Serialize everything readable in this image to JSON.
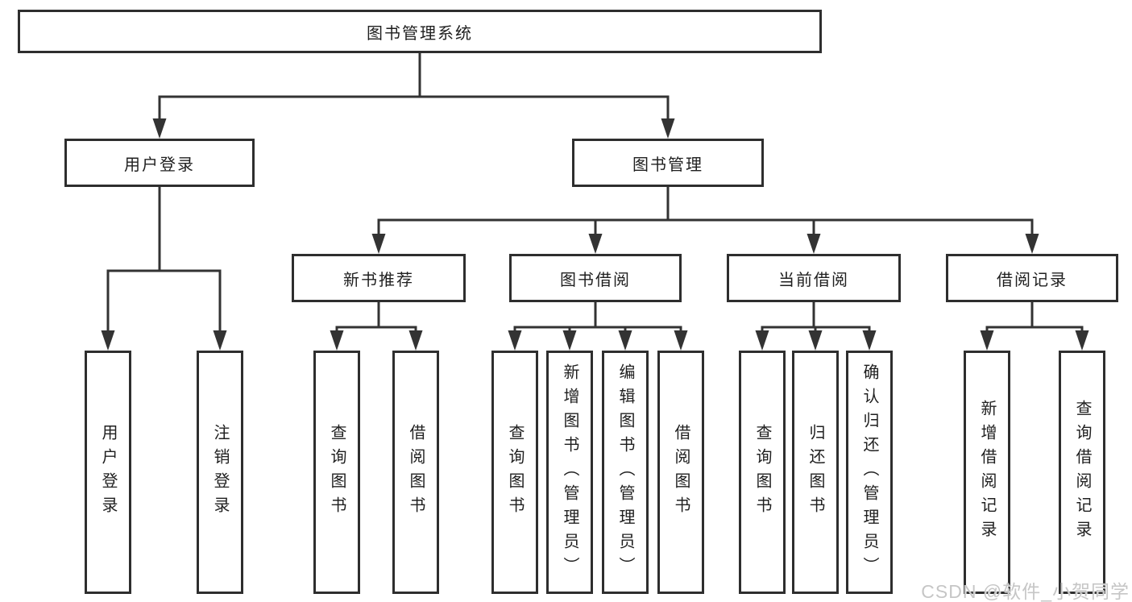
{
  "colors": {
    "line": "#333333",
    "box_border": "#2e2e2e",
    "text": "#1f1f1f",
    "watermark": "#c6c6c6",
    "background": "#ffffff"
  },
  "diagram": {
    "root": "图书管理系统",
    "branches": {
      "user_login": "用户登录",
      "book_mgmt": "图书管理"
    },
    "modules": {
      "new_books": "新书推荐",
      "book_borrow": "图书借阅",
      "current_borrow": "当前借阅",
      "borrow_records": "借阅记录"
    },
    "leaves": [
      "用户登录",
      "注销登录",
      "查询图书",
      "借阅图书",
      "查询图书",
      "新增图书（管理员）",
      "编辑图书（管理员）",
      "借阅图书",
      "查询图书",
      "归还图书",
      "确认归还（管理员）",
      "新增借阅记录",
      "查询借阅记录"
    ]
  },
  "watermark": "CSDN @软件_小贺同学"
}
